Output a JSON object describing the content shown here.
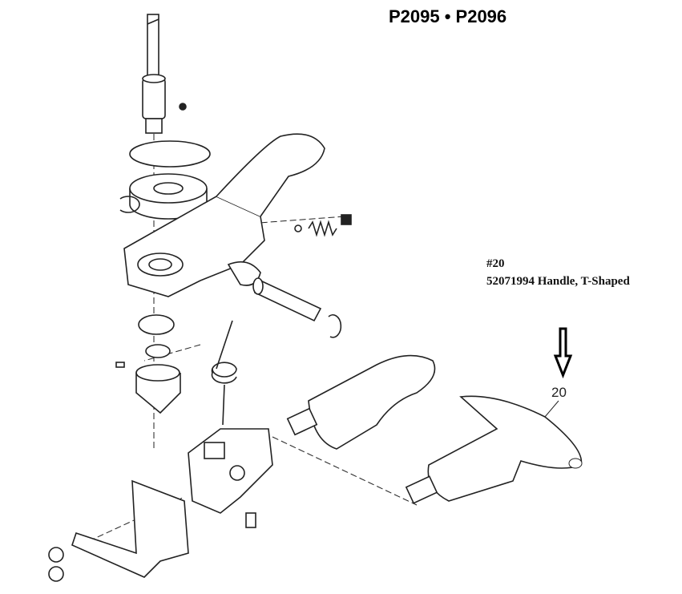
{
  "title": "P2095 • P2096",
  "note": {
    "part_ref": "#20",
    "part_desc": "52071994 Handle, T-Shaped"
  },
  "callout": {
    "label": "20",
    "icon": "down-arrow-icon"
  }
}
